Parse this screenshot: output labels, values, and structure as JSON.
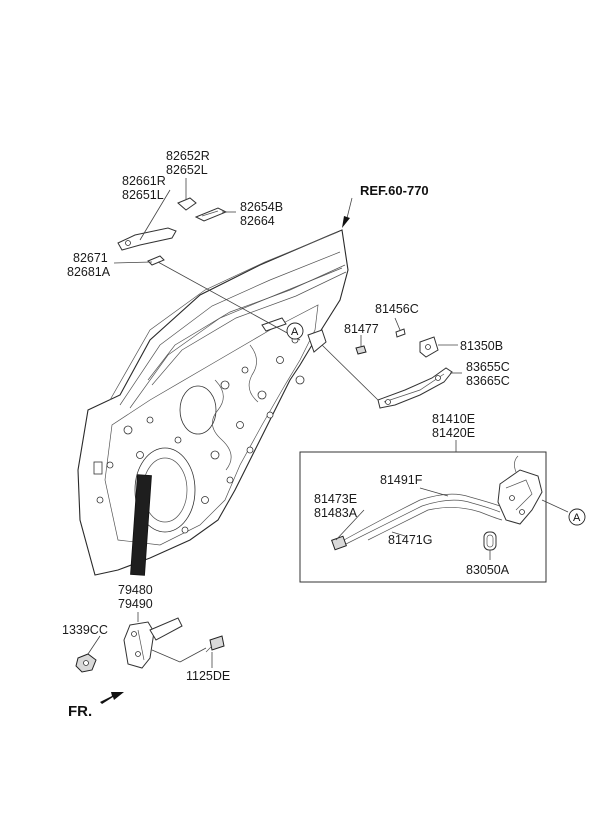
{
  "diagram": {
    "labels": {
      "l82652": [
        "82652R",
        "82652L"
      ],
      "l82661": [
        "82661R",
        "82651L"
      ],
      "l82654": [
        "82654B",
        "82664"
      ],
      "l82671": [
        "82671",
        "82681A"
      ],
      "ref": "REF.60-770",
      "l81456": "81456C",
      "l81477": "81477",
      "l81350": "81350B",
      "l83655": [
        "83655C",
        "83665C"
      ],
      "l81410": [
        "81410E",
        "81420E"
      ],
      "l81491": "81491F",
      "l81473": [
        "81473E",
        "81483A"
      ],
      "l81471": "81471G",
      "l83050": "83050A",
      "l79480": [
        "79480",
        "79490"
      ],
      "l1339": "1339CC",
      "l1125": "1125DE",
      "callout": "A",
      "fr": "FR."
    }
  }
}
